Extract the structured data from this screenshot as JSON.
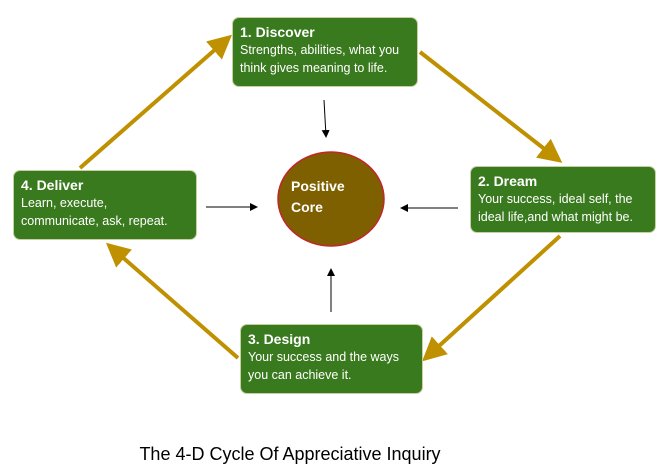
{
  "colors": {
    "box_fill": "#3a7a1e",
    "core_fill": "#7f6000",
    "core_stroke": "#c0262b",
    "arrow_gold": "#bf9000",
    "text": "#ffffff"
  },
  "stages": [
    {
      "title": "1. Discover",
      "desc_lines": [
        "Strengths, abilities, what you",
        "think gives meaning to life."
      ]
    },
    {
      "title": "2. Dream",
      "desc_lines": [
        "Your success, ideal self, the",
        "ideal life,and what might be."
      ]
    },
    {
      "title": "3. Design",
      "desc_lines": [
        "Your success and the ways",
        "you can achieve it."
      ]
    },
    {
      "title": "4. Deliver",
      "desc_lines": [
        "Learn, execute,",
        "communicate, ask, repeat."
      ]
    }
  ],
  "core": {
    "lines": [
      "Positive",
      "Core"
    ]
  },
  "caption": "The 4-D Cycle Of Appreciative Inquiry"
}
